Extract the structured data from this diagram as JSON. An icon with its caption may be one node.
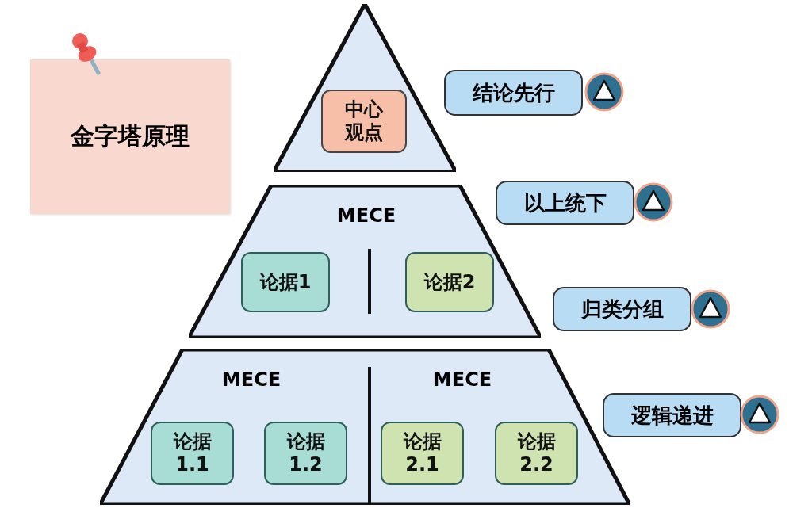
{
  "diagram": {
    "nodes": [
      {
        "text": [
          "金字塔原理"
        ]
      },
      {
        "text": [],
        "shape": "triangle"
      },
      {
        "text": [
          "中心观点"
        ],
        "in": 1
      },
      {
        "text": [
          "MECE"
        ]
      },
      {
        "text": [
          "论据1"
        ],
        "in": 3
      },
      {
        "text": [
          "论据2"
        ],
        "in": 3
      },
      {
        "text": [
          "MECE",
          "MECE"
        ]
      },
      {
        "text": [
          "论据1.1"
        ],
        "in": 6
      },
      {
        "text": [
          "论据1.2"
        ],
        "in": 6
      },
      {
        "text": [
          "论据2.1"
        ],
        "in": 6
      },
      {
        "text": [
          "论据2.2"
        ],
        "in": 6
      },
      {
        "text": [
          "结论先行"
        ]
      },
      {
        "text": [
          "以上统下"
        ]
      },
      {
        "text": [
          "归类分组"
        ]
      },
      {
        "text": [
          "逻辑递进"
        ]
      }
    ]
  }
}
